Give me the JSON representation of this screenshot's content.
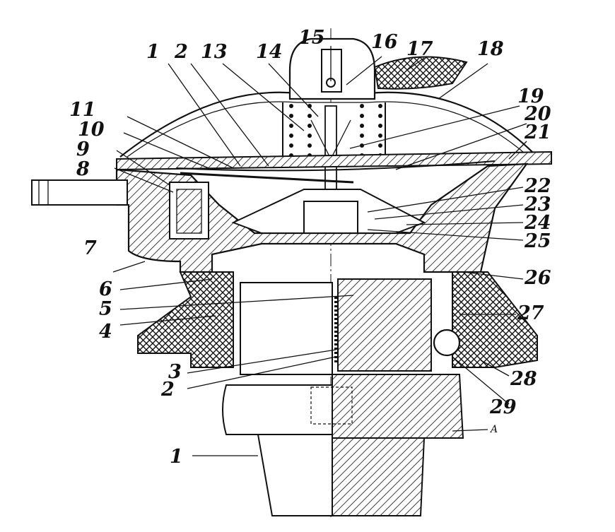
{
  "figure": {
    "callouts": [
      "1",
      "2",
      "3",
      "4",
      "5",
      "6",
      "7",
      "8",
      "9",
      "10",
      "11",
      "1",
      "2",
      "13",
      "14",
      "15",
      "16",
      "17",
      "18",
      "19",
      "20",
      "21",
      "22",
      "23",
      "24",
      "25",
      "26",
      "27",
      "28",
      "29",
      "A"
    ]
  }
}
